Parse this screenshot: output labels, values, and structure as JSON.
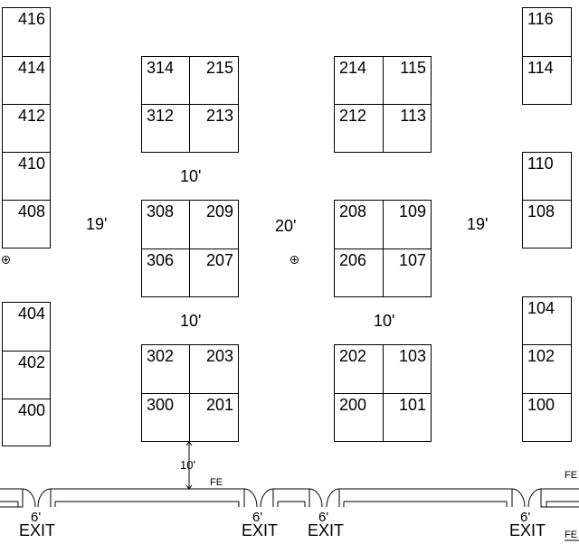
{
  "booths": {
    "b416": "416",
    "b414": "414",
    "b412": "412",
    "b410": "410",
    "b408": "408",
    "b404": "404",
    "b402": "402",
    "b400": "400",
    "b314": "314",
    "b215": "215",
    "b312": "312",
    "b213": "213",
    "b308": "308",
    "b209": "209",
    "b306": "306",
    "b207": "207",
    "b302": "302",
    "b203": "203",
    "b300": "300",
    "b201": "201",
    "b214": "214",
    "b115": "115",
    "b212": "212",
    "b113": "113",
    "b208": "208",
    "b109": "109",
    "b206": "206",
    "b107": "107",
    "b202": "202",
    "b103": "103",
    "b200": "200",
    "b101": "101",
    "b116": "116",
    "b114": "114",
    "b110": "110",
    "b108": "108",
    "b104": "104",
    "b102": "102",
    "b100": "100"
  },
  "aisles": {
    "cross_top": "10'",
    "left": "19'",
    "center": "20'",
    "right": "19'",
    "cross_bottom_left": "10'",
    "cross_bottom_right": "10'",
    "entrance": "10'"
  },
  "exits": {
    "exit1_label": "EXIT",
    "exit1_width": "6'",
    "exit2_label": "EXIT",
    "exit2_width": "6'",
    "exit3_label": "EXIT",
    "exit3_width": "6'",
    "exit4_label": "EXIT",
    "exit4_width": "6'"
  },
  "fire_extinguisher": {
    "fe1": "FE",
    "fe2": "FE",
    "fe3": "FE"
  },
  "icons": {
    "pillar": "pillar-icon"
  }
}
